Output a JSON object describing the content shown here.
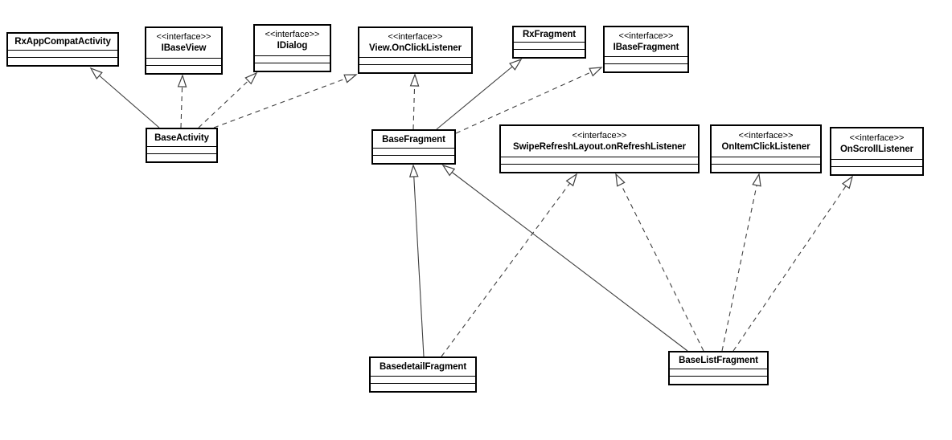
{
  "diagram": {
    "kind": "uml-class-diagram",
    "background_color": "#ffffff",
    "box_fill_color": "#ffffff",
    "box_border_color": "#000000",
    "text_color": "#000000",
    "line_color": "#3f3f3f",
    "classes": [
      {
        "name": "RxAppCompatActivity",
        "stereotype": ""
      },
      {
        "name": "IBaseView",
        "stereotype": "<<interface>>"
      },
      {
        "name": "IDialog",
        "stereotype": "<<interface>>"
      },
      {
        "name": "View.OnClickListener",
        "stereotype": "<<interface>>"
      },
      {
        "name": "RxFragment",
        "stereotype": ""
      },
      {
        "name": "IBaseFragment",
        "stereotype": "<<interface>>"
      },
      {
        "name": "BaseActivity",
        "stereotype": ""
      },
      {
        "name": "BaseFragment",
        "stereotype": ""
      },
      {
        "name": "SwipeRefreshLayout.onRefreshListener",
        "stereotype": "<<interface>>"
      },
      {
        "name": "OnItemClickListener",
        "stereotype": "<<interface>>"
      },
      {
        "name": "OnScrollListener",
        "stereotype": "<<interface>>"
      },
      {
        "name": "BasedetailFragment",
        "stereotype": ""
      },
      {
        "name": "BaseListFragment",
        "stereotype": ""
      }
    ],
    "relationships": [
      {
        "from": "BaseActivity",
        "to": "RxAppCompatActivity",
        "type": "generalization",
        "line_style": "solid"
      },
      {
        "from": "BaseActivity",
        "to": "IBaseView",
        "type": "realization",
        "line_style": "dashed"
      },
      {
        "from": "BaseActivity",
        "to": "IDialog",
        "type": "realization",
        "line_style": "dashed"
      },
      {
        "from": "BaseActivity",
        "to": "View.OnClickListener",
        "type": "realization",
        "line_style": "dashed"
      },
      {
        "from": "BaseFragment",
        "to": "RxFragment",
        "type": "generalization",
        "line_style": "solid"
      },
      {
        "from": "BaseFragment",
        "to": "View.OnClickListener",
        "type": "realization",
        "line_style": "dashed"
      },
      {
        "from": "BaseFragment",
        "to": "IBaseFragment",
        "type": "realization",
        "line_style": "dashed"
      },
      {
        "from": "BasedetailFragment",
        "to": "BaseFragment",
        "type": "generalization",
        "line_style": "solid"
      },
      {
        "from": "BasedetailFragment",
        "to": "SwipeRefreshLayout.onRefreshListener",
        "type": "realization",
        "line_style": "dashed"
      },
      {
        "from": "BaseListFragment",
        "to": "BaseFragment",
        "type": "generalization",
        "line_style": "solid"
      },
      {
        "from": "BaseListFragment",
        "to": "SwipeRefreshLayout.onRefreshListener",
        "type": "realization",
        "line_style": "dashed"
      },
      {
        "from": "BaseListFragment",
        "to": "OnItemClickListener",
        "type": "realization",
        "line_style": "dashed"
      },
      {
        "from": "BaseListFragment",
        "to": "OnScrollListener",
        "type": "realization",
        "line_style": "dashed"
      }
    ]
  }
}
